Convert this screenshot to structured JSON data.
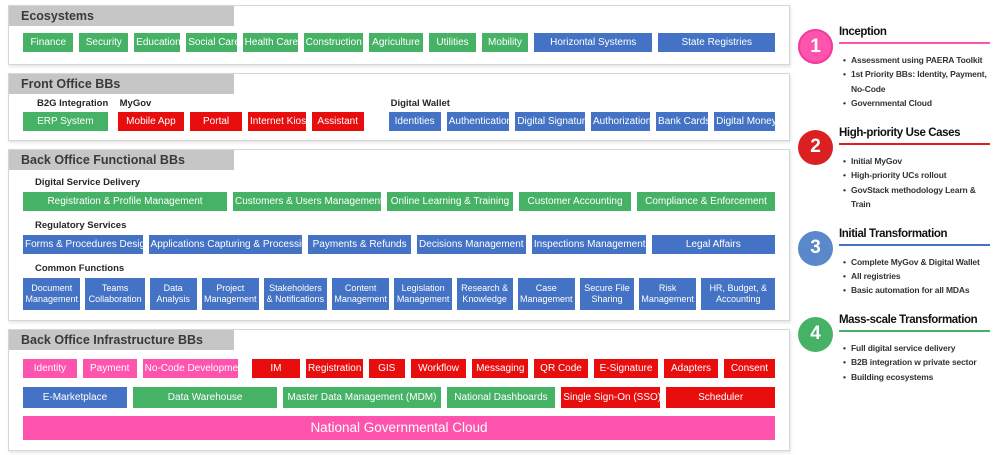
{
  "colors": {
    "green": "#46b266",
    "blue": "#4472c4",
    "red": "#e90e0e",
    "pink": "#ff54ad",
    "header_gray": "#c6c6c6",
    "phase_red_circle": "#da2020",
    "phase_blue_circle": "#5b87cb"
  },
  "ecosystems": {
    "title": "Ecosystems",
    "items": [
      {
        "label": "Finance",
        "color": "green"
      },
      {
        "label": "Security",
        "color": "green"
      },
      {
        "label": "Education",
        "color": "green"
      },
      {
        "label": "Social Care",
        "color": "green"
      },
      {
        "label": "Health Care",
        "color": "green"
      },
      {
        "label": "Construction",
        "color": "green"
      },
      {
        "label": "Agriculture",
        "color": "green"
      },
      {
        "label": "Utilities",
        "color": "green"
      },
      {
        "label": "Mobility",
        "color": "green"
      },
      {
        "label": "Horizontal Systems",
        "color": "blue"
      },
      {
        "label": "State Registries",
        "color": "blue"
      }
    ]
  },
  "front_office": {
    "title": "Front Office BBs",
    "groups": [
      {
        "label": "B2G Integration",
        "items": [
          {
            "label": "ERP System",
            "color": "green"
          }
        ]
      },
      {
        "label": "MyGov",
        "items": [
          {
            "label": "Mobile App",
            "color": "red"
          },
          {
            "label": "Portal",
            "color": "red"
          },
          {
            "label": "Internet Kiosk",
            "color": "red"
          },
          {
            "label": "Assistant",
            "color": "red"
          }
        ]
      },
      {
        "label": "Digital Wallet",
        "items": [
          {
            "label": "Identities",
            "color": "blue"
          },
          {
            "label": "Authentication",
            "color": "blue"
          },
          {
            "label": "Digital Signature",
            "color": "blue"
          },
          {
            "label": "Authorization",
            "color": "blue"
          },
          {
            "label": "Bank Cards",
            "color": "blue"
          },
          {
            "label": "Digital Money",
            "color": "blue"
          }
        ]
      }
    ]
  },
  "back_office_functional": {
    "title": "Back Office Functional BBs",
    "groups": [
      {
        "label": "Digital Service Delivery",
        "items": [
          {
            "label": "Registration & Profile Management",
            "color": "green"
          },
          {
            "label": "Customers & Users Management",
            "color": "green"
          },
          {
            "label": "Online Learning & Training",
            "color": "green"
          },
          {
            "label": "Customer Accounting",
            "color": "green"
          },
          {
            "label": "Compliance & Enforcement",
            "color": "green"
          }
        ]
      },
      {
        "label": "Regulatory Services",
        "items": [
          {
            "label": "Forms & Procedures Design",
            "color": "blue"
          },
          {
            "label": "Applications Capturing & Processing",
            "color": "blue"
          },
          {
            "label": "Payments & Refunds",
            "color": "blue"
          },
          {
            "label": "Decisions Management",
            "color": "blue"
          },
          {
            "label": "Inspections Management",
            "color": "blue"
          },
          {
            "label": "Legal Affairs",
            "color": "blue"
          }
        ]
      },
      {
        "label": "Common Functions",
        "items": [
          {
            "label": "Document Management",
            "color": "blue"
          },
          {
            "label": "Teams Collaboration",
            "color": "blue"
          },
          {
            "label": "Data Analysis",
            "color": "blue"
          },
          {
            "label": "Project Management",
            "color": "blue"
          },
          {
            "label": "Stakeholders & Notifications",
            "color": "blue"
          },
          {
            "label": "Content Management",
            "color": "blue"
          },
          {
            "label": "Legislation Management",
            "color": "blue"
          },
          {
            "label": "Research & Knowledge",
            "color": "blue"
          },
          {
            "label": "Case Management",
            "color": "blue"
          },
          {
            "label": "Secure File Sharing",
            "color": "blue"
          },
          {
            "label": "Risk Management",
            "color": "blue"
          },
          {
            "label": "HR, Budget, & Accounting",
            "color": "blue"
          }
        ]
      }
    ]
  },
  "back_office_infrastructure": {
    "title": "Back Office Infrastructure BBs",
    "row1": [
      {
        "label": "Identity",
        "color": "pink"
      },
      {
        "label": "Payment",
        "color": "pink"
      },
      {
        "label": "No-Code Development",
        "color": "pink"
      },
      {
        "label": "IM",
        "color": "red"
      },
      {
        "label": "Registration",
        "color": "red"
      },
      {
        "label": "GIS",
        "color": "red"
      },
      {
        "label": "Workflow",
        "color": "red"
      },
      {
        "label": "Messaging",
        "color": "red"
      },
      {
        "label": "QR Code",
        "color": "red"
      },
      {
        "label": "E-Signature",
        "color": "red"
      },
      {
        "label": "Adapters",
        "color": "red"
      },
      {
        "label": "Consent",
        "color": "red"
      }
    ],
    "row2": [
      {
        "label": "E-Marketplace",
        "color": "blue"
      },
      {
        "label": "Data Warehouse",
        "color": "green"
      },
      {
        "label": "Master Data Management (MDM)",
        "color": "green"
      },
      {
        "label": "National Dashboards",
        "color": "green"
      },
      {
        "label": "Single Sign-On (SSO)",
        "color": "red"
      },
      {
        "label": "Scheduler",
        "color": "red"
      }
    ],
    "cloud_banner": {
      "label": "National Governmental Cloud",
      "color": "pink"
    }
  },
  "timeline": {
    "phases": [
      {
        "number": "1",
        "title": "Inception",
        "color": "pink",
        "bullets": [
          "Assessment using PAERA Toolkit",
          "1st Priority BBs: Identity, Payment, No-Code",
          "Governmental Cloud"
        ]
      },
      {
        "number": "2",
        "title": "High-priority Use Cases",
        "color": "red",
        "bullets": [
          "Initial MyGov",
          "High-priority UCs rollout",
          "GovStack methodology Learn & Train"
        ]
      },
      {
        "number": "3",
        "title": "Initial Transformation",
        "color": "blue",
        "bullets": [
          "Complete MyGov & Digital Wallet",
          "All registries",
          "Basic automation for all MDAs"
        ]
      },
      {
        "number": "4",
        "title": "Mass-scale Transformation",
        "color": "green",
        "bullets": [
          "Full digital service delivery",
          "B2B integration w private sector",
          "Building ecosystems"
        ]
      }
    ]
  }
}
